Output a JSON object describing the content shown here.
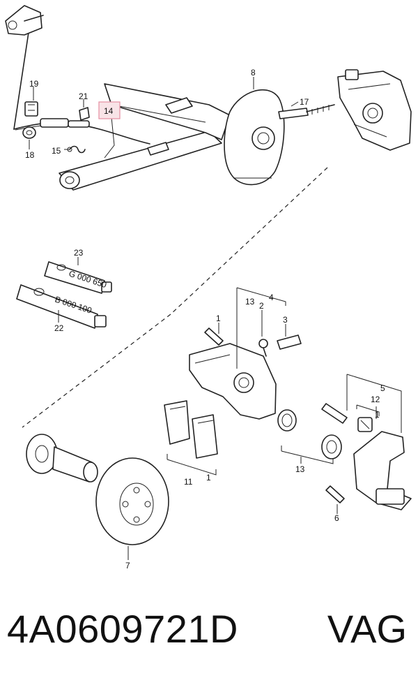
{
  "diagram": {
    "callouts": [
      {
        "id": "c8",
        "label": "8"
      },
      {
        "id": "c17",
        "label": "17"
      },
      {
        "id": "c19",
        "label": "19"
      },
      {
        "id": "c21",
        "label": "21"
      },
      {
        "id": "c14",
        "label": "14",
        "highlighted": true
      },
      {
        "id": "c18",
        "label": "18"
      },
      {
        "id": "c15",
        "label": "15"
      },
      {
        "id": "c23",
        "label": "23"
      },
      {
        "id": "c22",
        "label": "22"
      },
      {
        "id": "c4",
        "label": "4"
      },
      {
        "id": "c13a",
        "label": "13"
      },
      {
        "id": "c2",
        "label": "2"
      },
      {
        "id": "c1a",
        "label": "1"
      },
      {
        "id": "c3",
        "label": "3"
      },
      {
        "id": "c5",
        "label": "5"
      },
      {
        "id": "c12",
        "label": "12"
      },
      {
        "id": "c1b",
        "label": "1"
      },
      {
        "id": "c13b",
        "label": "13"
      },
      {
        "id": "c11",
        "label": "11"
      },
      {
        "id": "c1c",
        "label": "1"
      },
      {
        "id": "c6",
        "label": "6"
      },
      {
        "id": "c7",
        "label": "7"
      }
    ],
    "tube_labels": {
      "upper": "G 000 650",
      "lower": "B 000 100"
    },
    "highlight_color": "#e58ea2"
  },
  "footer": {
    "part_number": "4A0609721D",
    "brand": "VAG"
  }
}
